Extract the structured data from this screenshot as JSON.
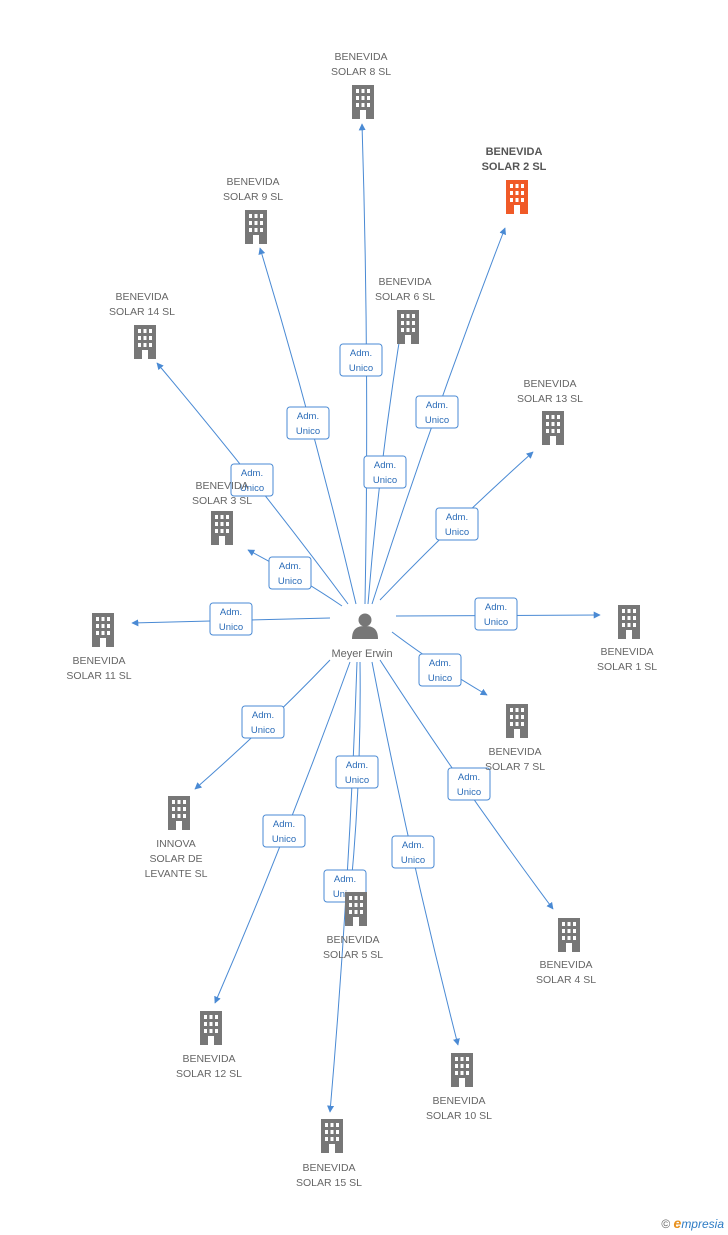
{
  "center": {
    "name": "Meyer Erwin"
  },
  "colors": {
    "edge": "#4a8ad4",
    "building": "#777777",
    "highlight": "#f05a28"
  },
  "edge_label": [
    "Adm.",
    "Unico"
  ],
  "nodes": [
    {
      "id": "s8",
      "lines": [
        "BENEVIDA",
        "SOLAR 8 SL"
      ]
    },
    {
      "id": "s2",
      "lines": [
        "BENEVIDA",
        "SOLAR 2 SL"
      ],
      "highlight": true
    },
    {
      "id": "s9",
      "lines": [
        "BENEVIDA",
        "SOLAR 9 SL"
      ]
    },
    {
      "id": "s6",
      "lines": [
        "BENEVIDA",
        "SOLAR 6 SL"
      ]
    },
    {
      "id": "s14",
      "lines": [
        "BENEVIDA",
        "SOLAR 14 SL"
      ]
    },
    {
      "id": "s13",
      "lines": [
        "BENEVIDA",
        "SOLAR 13 SL"
      ]
    },
    {
      "id": "s3",
      "lines": [
        "BENEVIDA",
        "SOLAR 3 SL"
      ]
    },
    {
      "id": "s11",
      "lines": [
        "BENEVIDA",
        "SOLAR 11 SL"
      ]
    },
    {
      "id": "s1",
      "lines": [
        "BENEVIDA",
        "SOLAR 1 SL"
      ]
    },
    {
      "id": "s7",
      "lines": [
        "BENEVIDA",
        "SOLAR 7 SL"
      ]
    },
    {
      "id": "inn",
      "lines": [
        "INNOVA",
        "SOLAR DE",
        "LEVANTE SL"
      ]
    },
    {
      "id": "s5",
      "lines": [
        "BENEVIDA",
        "SOLAR 5 SL"
      ]
    },
    {
      "id": "s4",
      "lines": [
        "BENEVIDA",
        "SOLAR 4 SL"
      ]
    },
    {
      "id": "s12",
      "lines": [
        "BENEVIDA",
        "SOLAR 12 SL"
      ]
    },
    {
      "id": "s10",
      "lines": [
        "BENEVIDA",
        "SOLAR 10 SL"
      ]
    },
    {
      "id": "s15",
      "lines": [
        "BENEVIDA",
        "SOLAR 15 SL"
      ]
    }
  ],
  "brand": {
    "copyright": "©",
    "e": "e",
    "rest": "mpresia"
  }
}
